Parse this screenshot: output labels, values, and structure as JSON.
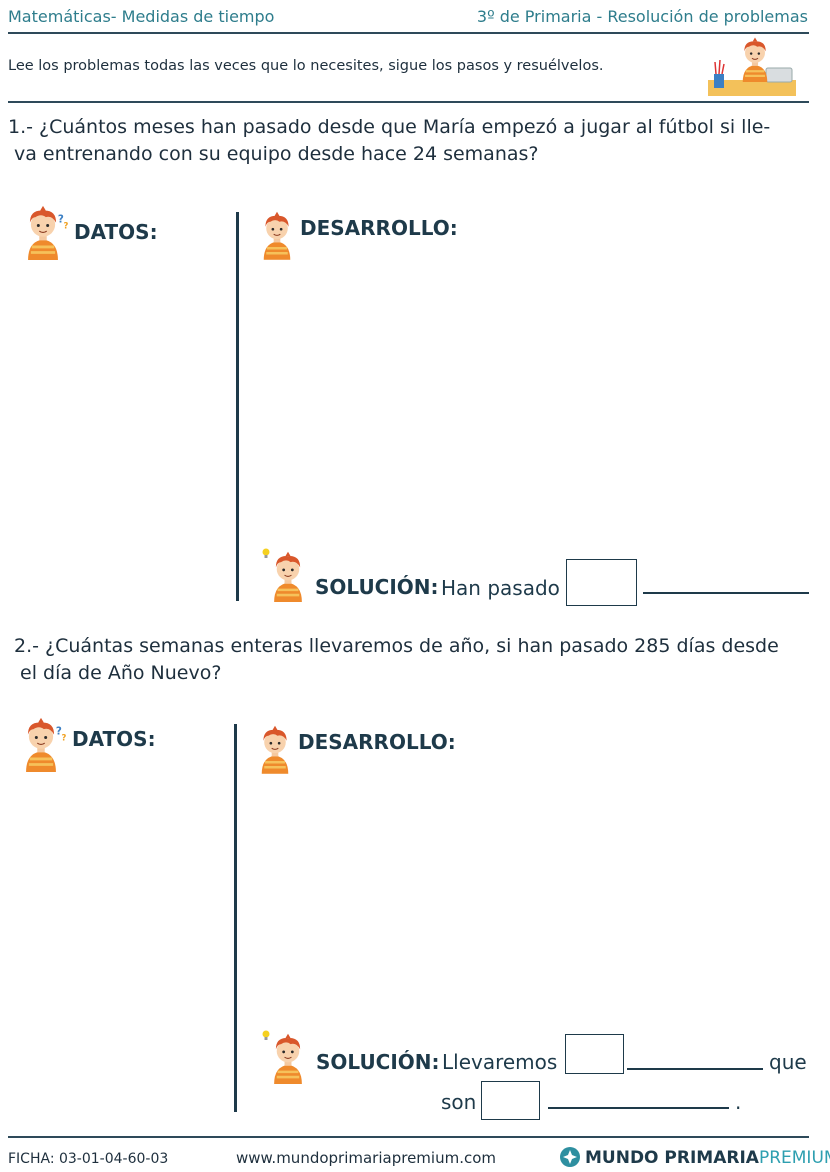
{
  "header": {
    "left": "Matemáticas- Medidas de tiempo",
    "right": "3º de Primaria - Resolución de problemas"
  },
  "instructions": "Lee los problemas todas las veces que lo necesites, sigue los pasos y resuélvelos.",
  "problem1": {
    "line1": "1.- ¿Cuántos meses han pasado desde que María empezó a jugar al fútbol si lle-",
    "line2": "va entrenando con su equipo desde hace 24 semanas?",
    "datos": "DATOS:",
    "desarrollo": "DESARROLLO:",
    "solucion_label": "SOLUCIÓN:",
    "solucion_text": "Han pasado"
  },
  "problem2": {
    "line1": "2.- ¿Cuántas semanas enteras llevaremos de año, si han pasado 285 días desde",
    "line2": "el día de Año Nuevo?",
    "datos": "DATOS:",
    "desarrollo": "DESARROLLO:",
    "solucion_label": "SOLUCIÓN:",
    "solucion_text1": "Llevaremos",
    "solucion_que": "que",
    "solucion_son": "son",
    "solucion_period": "."
  },
  "footer": {
    "ficha": "FICHA:  03-01-04-60-03",
    "website": "www.mundoprimariapremium.com",
    "brand_bold": "MUNDO PRIMARIA",
    "brand_light": "PREMIUM"
  },
  "colors": {
    "teal": "#2e7d8c",
    "dark": "#1e3a4a",
    "hair": "#d9572b",
    "shirt": "#ef8a2c"
  }
}
